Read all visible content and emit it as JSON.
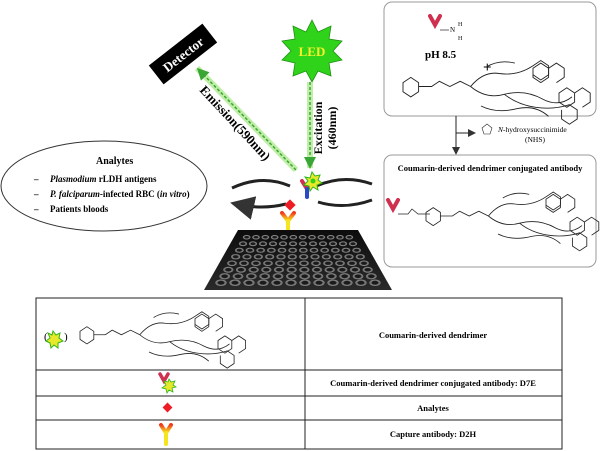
{
  "detector": {
    "label": "Detector"
  },
  "led": {
    "label": "LED"
  },
  "emission": {
    "label": "Emission(590nm)"
  },
  "excitation": {
    "label_line1": "Excitation",
    "label_line2": "(460nm)"
  },
  "reaction": {
    "ph": "pH 8.5",
    "plus": "+",
    "nh_n": "N",
    "nh_h1": "H",
    "nh_h2": "H",
    "byproduct_prefix": "N",
    "byproduct_name": "-hydroxysuccinimide",
    "byproduct_abbr": "(NHS)",
    "product_title": "Coumarin-derived dendrimer conjugated antibody"
  },
  "analytes": {
    "title": "Analytes",
    "items": [
      {
        "dash": "–",
        "italic": "Plasmodium ",
        "rest": "rLDH antigens"
      },
      {
        "dash": "–",
        "italic": "P. falciparum",
        "rest": "-infected RBC (",
        "italic2": "in vitro",
        "rest2": ")"
      },
      {
        "dash": "–",
        "italic": "",
        "rest": "Patients bloods"
      }
    ]
  },
  "legend": {
    "rows": [
      {
        "label": "Coumarin-derived dendrimer"
      },
      {
        "label": "Coumarin-derived dendrimer conjugated antibody: D7E"
      },
      {
        "label": "Analytes"
      },
      {
        "label": "Capture antibody: D2H"
      }
    ]
  },
  "colors": {
    "led_fill": "#2fd31a",
    "led_text": "#f6f12a",
    "beam": "#9ee07a",
    "beam_dash": "#3aa635",
    "analyte_red": "#ee1c24",
    "plate": "#111111",
    "box_stroke": "#9a9a9a"
  },
  "icons": [
    "detector-box-icon",
    "led-burst-icon",
    "antibody-icon",
    "analyte-diamond-icon",
    "microplate-icon",
    "dendrimer-structure-icon",
    "curved-arrow-icon"
  ]
}
